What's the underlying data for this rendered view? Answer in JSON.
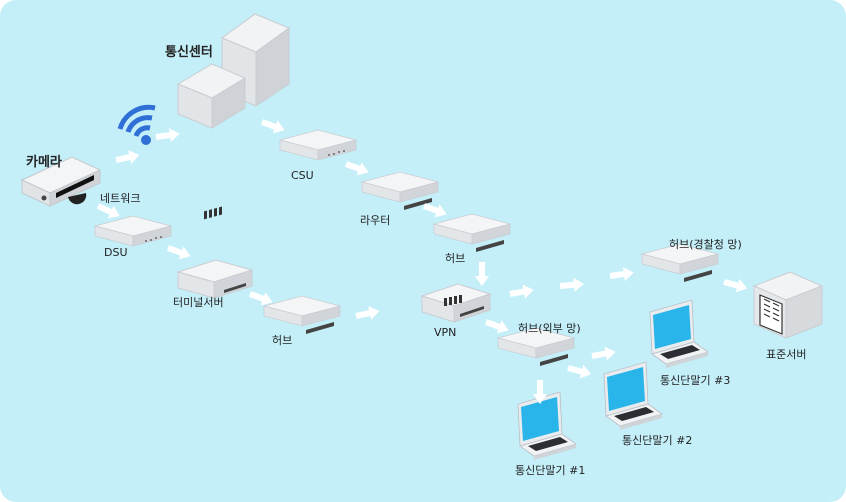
{
  "labels": {
    "center": "통신센터",
    "camera": "카메라",
    "network": "네트워크",
    "dsu": "DSU",
    "csu": "CSU",
    "router": "라우터",
    "terminal_server": "터미널서버",
    "hub_a": "허브",
    "hub_b": "허브",
    "vpn": "VPN",
    "hub_external": "허브(외부 망)",
    "hub_police": "허브(경찰청 망)",
    "standard_server": "표준서버",
    "terminal_1": "통신단말기 #1",
    "terminal_2": "통신단말기 #2",
    "terminal_3": "통신단말기 #3"
  },
  "colors": {
    "background": "#c4eff9",
    "device_top": "#f4f5f6",
    "device_side": "#d4d8db",
    "arrow": "#ffffff",
    "wifi": "#2f6fd6",
    "laptop_screen": "#29b4ea"
  }
}
